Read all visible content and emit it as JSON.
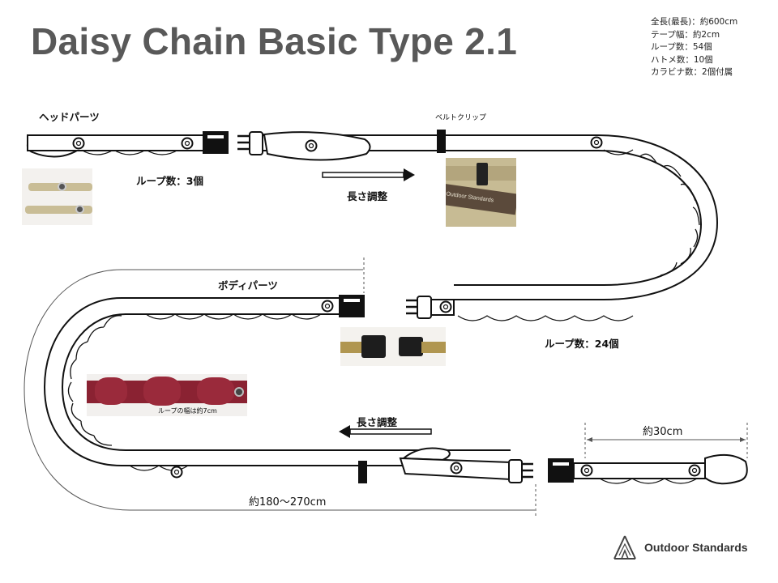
{
  "title": "Daisy Chain Basic Type 2.1",
  "specs": [
    "全長(最長)：約600cm",
    "テープ幅：約2cm",
    "ループ数：54個",
    "ハトメ数：10個",
    "カラビナ数：2個付属"
  ],
  "labels": {
    "head_parts": "ヘッドパーツ",
    "belt_clip": "ベルトクリップ",
    "head_loops": "ループ数：3個",
    "length_adjust_top": "長さ調整",
    "body_parts": "ボディパーツ",
    "body_loops": "ループ数：24個",
    "loop_width": "ループの幅は約7cm",
    "length_adjust_bottom": "長さ調整",
    "dim_30": "約30cm",
    "dim_180_270": "約180～270cm",
    "photo_tag_text": "Outdoor Standards"
  },
  "brand": {
    "name": "Outdoor Standards",
    "icon": "tent-icon"
  },
  "colors": {
    "title": "#595959",
    "strap_outline": "#111111",
    "photo_khaki": "#c9bd96",
    "photo_maroon": "#8a2232"
  }
}
